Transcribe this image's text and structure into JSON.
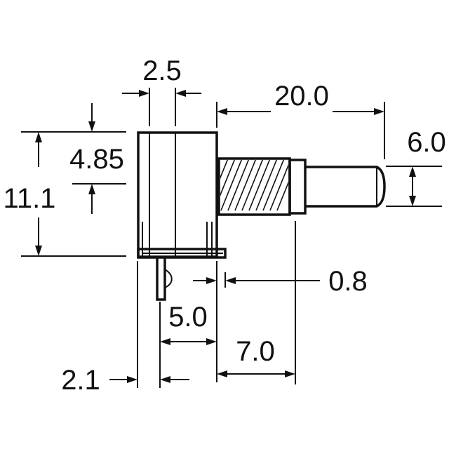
{
  "dimensions": {
    "d_2_5": "2.5",
    "d_20_0": "20.0",
    "d_6_0": "6.0",
    "d_4_85": "4.85",
    "d_11_1": "11.1",
    "d_0_8": "0.8",
    "d_5_0": "5.0",
    "d_7_0": "7.0",
    "d_2_1": "2.1"
  },
  "colors": {
    "line": "#111111",
    "background": "#ffffff"
  }
}
